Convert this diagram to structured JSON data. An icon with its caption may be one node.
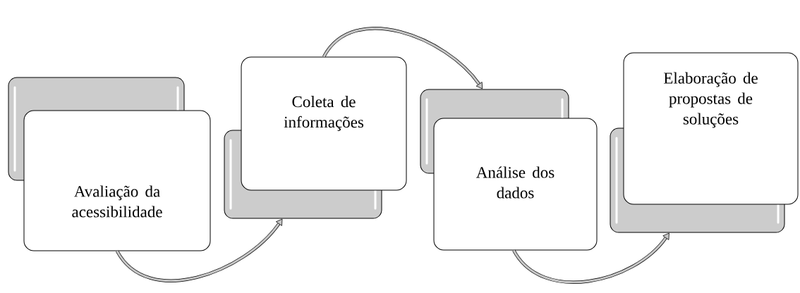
{
  "diagram": {
    "nodes": [
      {
        "text": [],
        "shape": "box"
      },
      {
        "text": [
          "Avaliação da acessibilidade"
        ]
      },
      {
        "text": [],
        "shape": "box"
      },
      {
        "text": [
          "Coleta de informações"
        ]
      },
      {
        "text": [],
        "shape": "box"
      },
      {
        "text": [
          "Análise dos dados"
        ]
      },
      {
        "text": [],
        "shape": "box"
      },
      {
        "text": [
          "Elaboração de propostas de soluções"
        ]
      }
    ],
    "edges": [
      {
        "from": 1,
        "to": 2,
        "arrow": "to"
      },
      {
        "from": 3,
        "to": 4,
        "arrow": "to"
      },
      {
        "from": 5,
        "to": 6,
        "arrow": "to"
      }
    ]
  }
}
